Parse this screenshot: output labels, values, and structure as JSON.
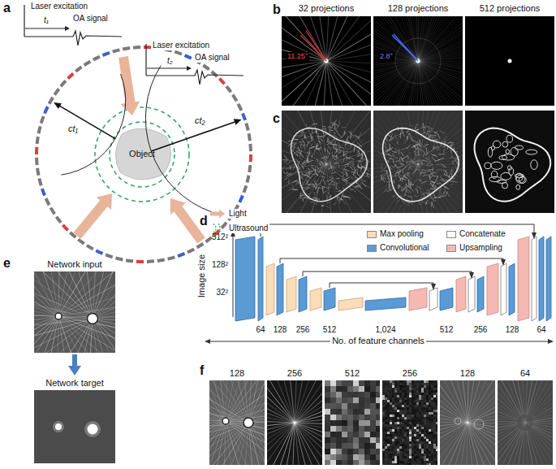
{
  "diagram": {
    "nodes": [
      {
        "text": [
          "Network input"
        ]
      },
      {
        "text": [
          "Network target"
        ]
      }
    ],
    "edges": [
      {
        "from": 0,
        "to": 1,
        "arrow": "to"
      }
    ],
    "labels": [
      "a",
      "Laser excitation",
      "OA signal",
      "t₁",
      "Laser excitation",
      "OA signal",
      "t₂",
      "ct₁",
      "ct₂",
      "Object",
      "b",
      "32 projections",
      "128 projections",
      "512 projections",
      "11.25°",
      "2.8°",
      "c",
      "d",
      "Image size",
      "512²",
      "128²",
      "32²",
      "64",
      "128",
      "256",
      "512",
      "1,024",
      "512",
      "256",
      "128",
      "64",
      "No. of feature channels",
      "e",
      "f",
      "128",
      "256",
      "512",
      "256",
      "128",
      "64"
    ],
    "legend": [
      {
        "text": "Max pooling",
        "color": "#fbdcb8"
      },
      {
        "text": "Concatenate",
        "color": "#ffffff"
      },
      {
        "text": "Convolutional",
        "color": "#5b9bd5"
      },
      {
        "text": "Upsampling",
        "color": "#f4b9b2"
      },
      {
        "text": "Light"
      },
      {
        "text": "Ultrasound"
      }
    ]
  }
}
